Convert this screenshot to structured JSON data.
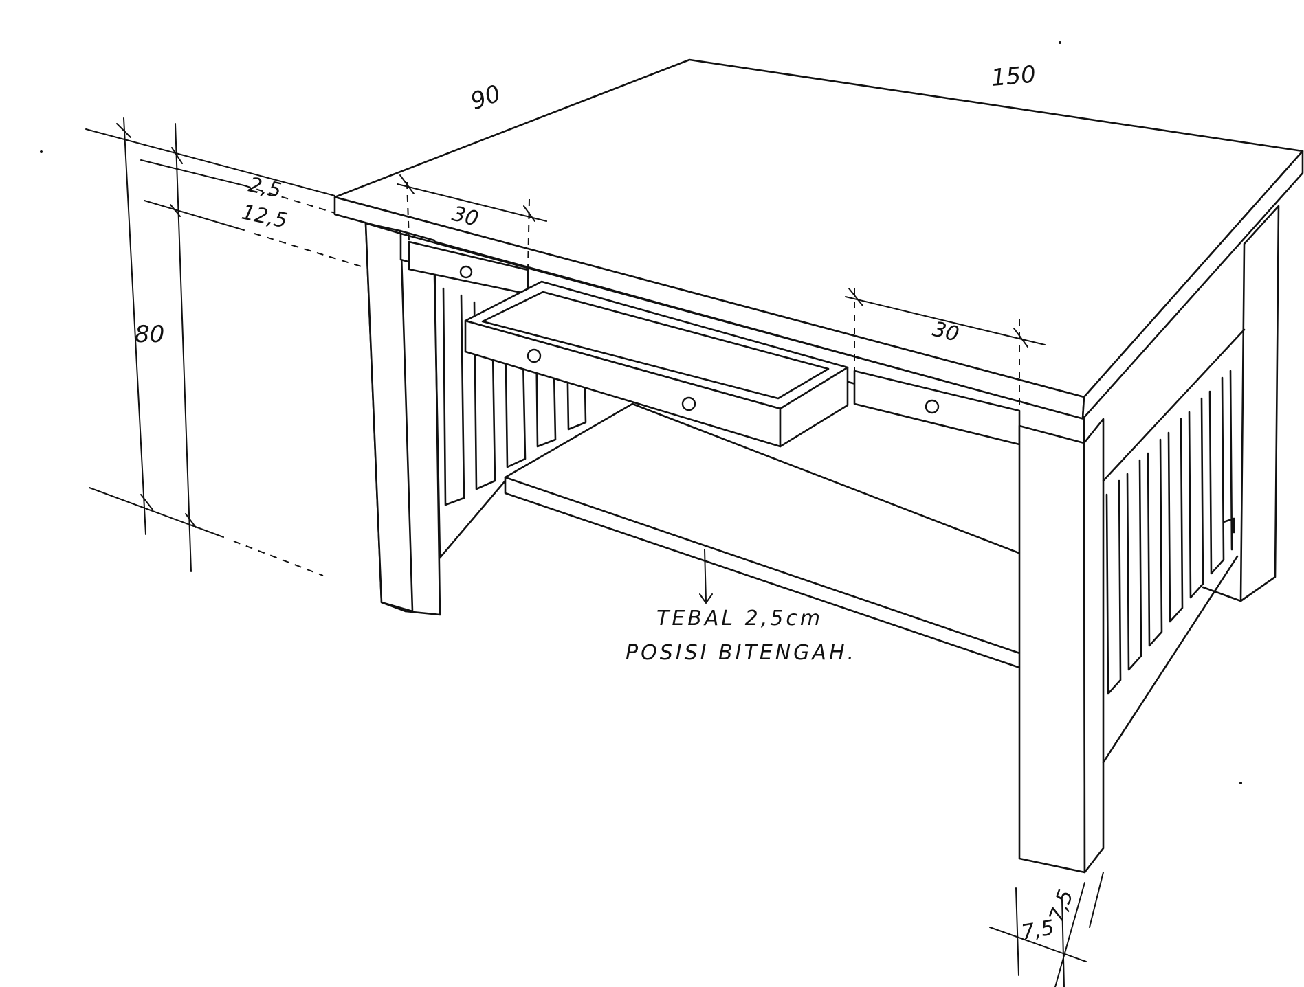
{
  "dimensions": {
    "depth": "90",
    "length": "150",
    "top_thickness": "2,5",
    "apron_height": "12,5",
    "height": "80",
    "drawer_width_left": "30",
    "drawer_width_right": "30",
    "leg_width": "7,5",
    "leg_depth": "7,5"
  },
  "note": {
    "line1": "TEBAL 2,5cm",
    "line2": "POSISI BITENGAH."
  }
}
